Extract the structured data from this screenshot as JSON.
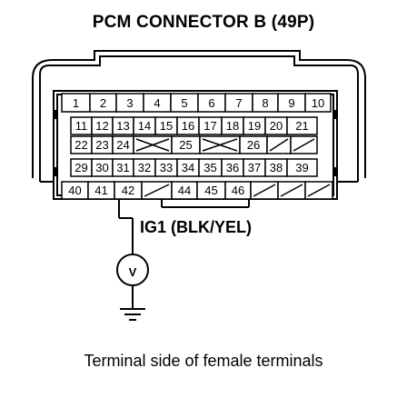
{
  "title": "PCM CONNECTOR B (49P)",
  "signal_label": "IG1 (BLK/YEL)",
  "caption": "Terminal side of female terminals",
  "connector": {
    "rows": [
      [
        "1",
        "2",
        "3",
        "4",
        "5",
        "6",
        "7",
        "8",
        "9",
        "10"
      ],
      [
        "11",
        "12",
        "13",
        "14",
        "15",
        "16",
        "17",
        "18",
        "19",
        "20",
        "21"
      ],
      [
        "22",
        "23",
        "24",
        "",
        "25",
        "",
        "26",
        "",
        ""
      ],
      [
        "29",
        "30",
        "31",
        "32",
        "33",
        "34",
        "35",
        "36",
        "37",
        "38",
        "39"
      ],
      [
        "40",
        "41",
        "42",
        "",
        "44",
        "45",
        "46",
        "",
        "",
        ""
      ]
    ],
    "probed_terminal": "42"
  },
  "meter_symbol": "V"
}
